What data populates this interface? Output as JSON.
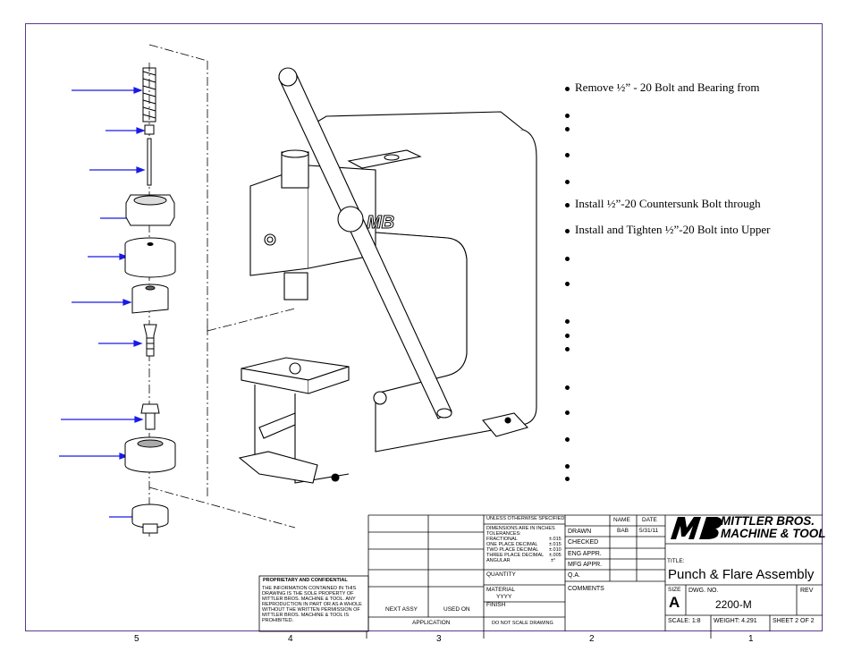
{
  "bullets": [
    "Remove ½” - 20 Bolt and Bearing from",
    "",
    "",
    "",
    "",
    "Install ½”-20 Countersunk Bolt through",
    "Install and Tighten ½”-20 Bolt into Upper",
    "",
    "",
    "",
    "",
    "",
    "",
    "",
    "",
    "",
    ""
  ],
  "zones": [
    "5",
    "4",
    "3",
    "2",
    "1"
  ],
  "title_block": {
    "company_line1": "MITTLER BROS.",
    "company_line2": "MACHINE & TOOL",
    "unless": "UNLESS OTHERWISE SPECIFIED:",
    "dims": "DIMENSIONS ARE IN INCHES",
    "tolerances": "TOLERANCES:",
    "frac": "FRACTIONAL",
    "frac_v": "±.015",
    "one": "ONE PLACE DECIMAL",
    "one_v": "±.015",
    "two": "TWO PLACE DECIMAL",
    "two_v": "±.010",
    "three": "THREE PLACE DECIMAL",
    "three_v": "±.005",
    "angular": "ANGULAR",
    "angular_v": "±°",
    "quantity": "QUANTITY",
    "material": "MATERIAL",
    "material_v": "YYYY",
    "finish": "FINISH",
    "dnsd": "DO NOT SCALE DRAWING",
    "name_h": "NAME",
    "date_h": "DATE",
    "drawn": "DRAWN",
    "drawn_name": "BAB",
    "drawn_date": "5/31/11",
    "checked": "CHECKED",
    "eng": "ENG APPR.",
    "mfg": "MFG APPR.",
    "qa": "Q.A.",
    "comments": "COMMENTS",
    "title_label": "TITLE:",
    "title": "Punch & Flare Assembly",
    "size_label": "SIZE",
    "size": "A",
    "dwg_label": "DWG.  NO.",
    "dwg": "2200-M",
    "rev_label": "REV",
    "scale": "SCALE: 1:8",
    "weight": "WEIGHT: 4.291",
    "sheet": "SHEET 2 OF 2",
    "next_assy": "NEXT ASSY",
    "used_on": "USED ON",
    "application": "APPLICATION",
    "prop_title": "PROPRIETARY AND CONFIDENTIAL",
    "prop_1": "THE INFORMATION CONTAINED IN THIS",
    "prop_2": "DRAWING IS THE SOLE PROPERTY OF",
    "prop_3": "MITTLER BROS. MACHINE & TOOL.  ANY",
    "prop_4": "REPRODUCTION IN PART OR AS A WHOLE",
    "prop_5": "WITHOUT THE WRITTEN PERMISSION OF",
    "prop_6": "MITTLER BROS. MACHINE & TOOL IS",
    "prop_7": "PROHIBITED."
  },
  "colors": {
    "border": "#5b3a8a",
    "arrow": "#1a1ae6",
    "line": "#000000"
  }
}
